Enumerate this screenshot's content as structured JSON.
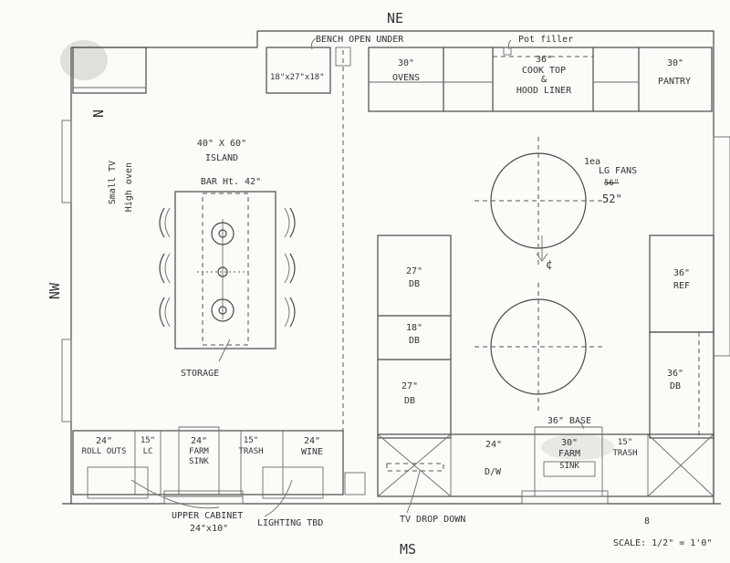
{
  "directions": {
    "top": "NE",
    "left": "N",
    "left_lower": "NW",
    "bottom": "MS"
  },
  "top_wall": {
    "bench": "BENCH OPEN UNDER",
    "pot_filler": "Pot filler",
    "bench_size": "18\"x27\"x18\"",
    "ovens_size": "30\"",
    "ovens": "OVENS",
    "cooktop_size": "36\"",
    "cooktop": "COOK TOP",
    "cooktop_amp": "&",
    "hood": "HOOD LINER",
    "pantry_size": "30\"",
    "pantry": "PANTRY"
  },
  "side_note": [
    "Small TV",
    "High oven"
  ],
  "island": {
    "size": "40\" X 60\"",
    "name": "ISLAND",
    "bar": "BAR Ht. 42\"",
    "storage": "STORAGE"
  },
  "fans": {
    "count": "1ea",
    "type": "LG FANS",
    "strike": "56\"",
    "size": "52\"",
    "cl": "¢"
  },
  "center_column": [
    {
      "size": "27\"",
      "type": "DB"
    },
    {
      "size": "18\"",
      "type": "DB"
    },
    {
      "size": "27\"",
      "type": "DB"
    }
  ],
  "right_column": [
    {
      "size": "36\"",
      "type": "REF"
    },
    {
      "size": "36\"",
      "type": "DB"
    }
  ],
  "bottom_left_run": [
    {
      "size": "24\"",
      "type": "ROLL OUTS"
    },
    {
      "size": "15\"",
      "type": "LC"
    },
    {
      "size": "24\"",
      "type": "FARM SINK"
    },
    {
      "size": "15\"",
      "type": "TRASH"
    },
    {
      "size": "24\"",
      "type": "WINE"
    }
  ],
  "bottom_right_run": {
    "base": "36\" BASE",
    "dw_size": "24\"",
    "dw": "D/W",
    "sink_size": "30\"",
    "sink_type": "FARM",
    "sink": "SINK",
    "trash_size": "15\"",
    "trash": "TRASH"
  },
  "notes": {
    "upper_cabinet": "UPPER CABINET",
    "upper_cabinet_size": "24\"x10\"",
    "lighting": "LIGHTING TBD",
    "tv": "TV DROP DOWN",
    "scale": "SCALE: 1/2\" = 1'0\"",
    "mark": "8"
  }
}
